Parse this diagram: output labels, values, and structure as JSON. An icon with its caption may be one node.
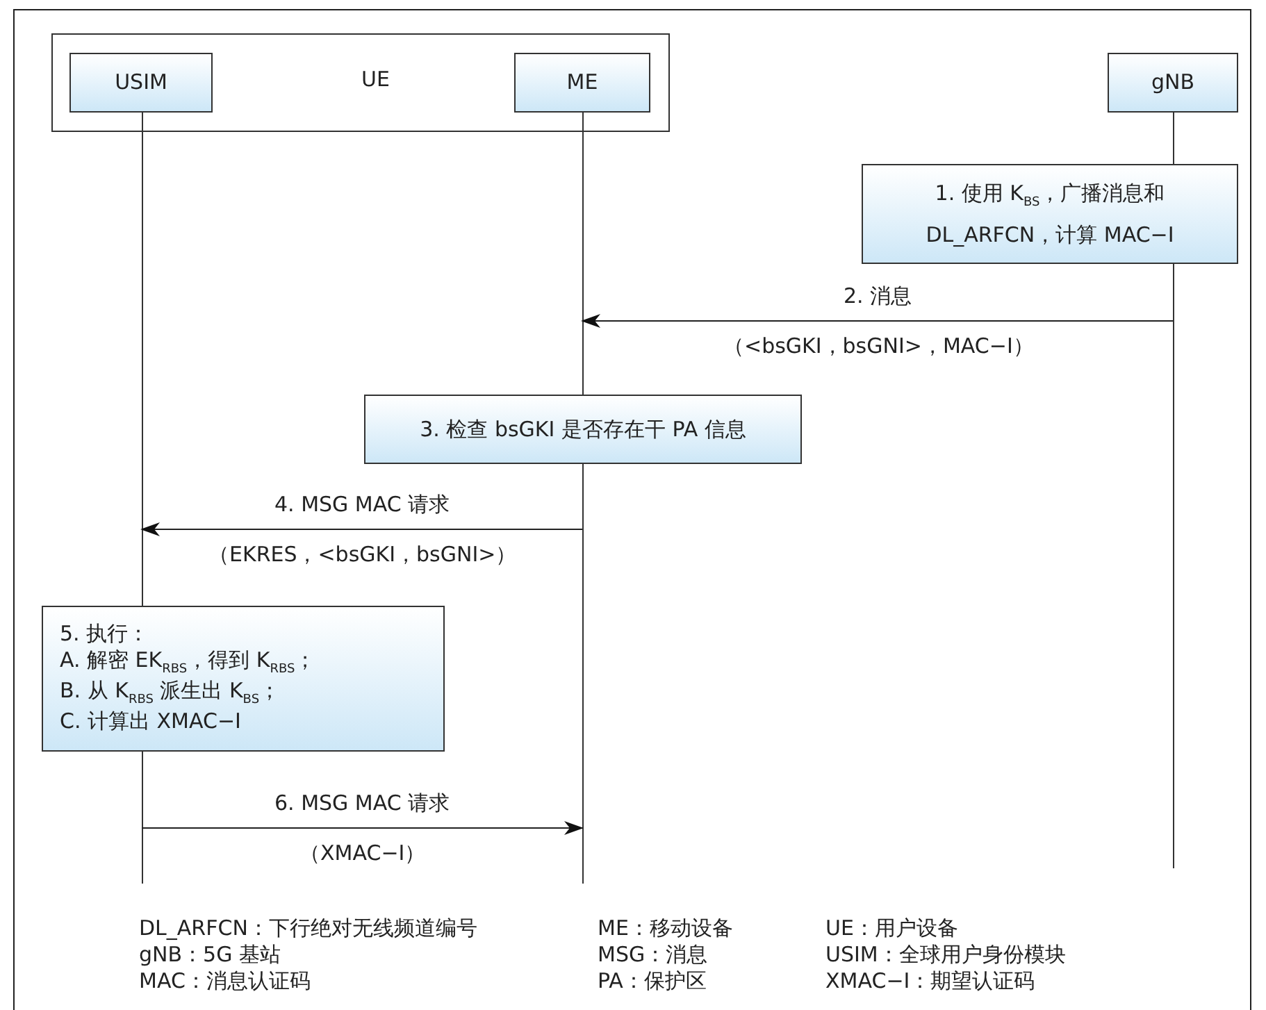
{
  "diagram": {
    "nodes": [
      {
        "text": [
          "UE"
        ]
      },
      {
        "text": [
          "USIM"
        ],
        "in": 0
      },
      {
        "text": [
          "ME"
        ],
        "in": 0
      },
      {
        "text": [
          "gNB"
        ]
      },
      {
        "text": [
          "1. 使用 K$_{BS}$，广播消息和 DL_ARFCN，计算 MAC−I"
        ]
      },
      {
        "text": [
          "3. 检查 bsGKI 是否存在干 PA 信息"
        ]
      },
      {
        "text": [
          "5. 执行：",
          "A. 解密 EK$_{RBS}$，得到 K$_{RBS}$；",
          "B. 从 K$_{RBS}$ 派生出 K$_{BS}$；",
          "C. 计算出 XMAC−I"
        ]
      },
      {
        "text": [],
        "shape": "line"
      },
      {
        "text": [],
        "shape": "line"
      },
      {
        "text": [],
        "shape": "line"
      },
      {
        "text": [],
        "shape": "line"
      },
      {
        "text": [],
        "shape": "line"
      },
      {
        "text": [],
        "shape": "line"
      }
    ],
    "edges": [
      {
        "from": 12,
        "to": 9,
        "arrow": "to",
        "label": "2. 消息"
      },
      {
        "from": 10,
        "to": 7,
        "arrow": "to",
        "label": "4. MSG MAC 请求"
      },
      {
        "from": 8,
        "to": 10,
        "arrow": "to",
        "label": "6. MSG MAC 请求"
      }
    ],
    "labels": [
      "（<bsGKI，bsGNI>，MAC−I）",
      "（EKRES，<bsGKI，bsGNI>）",
      "（XMAC−I）",
      "DL_ARFCN：下行绝对无线频道编号",
      "ME：移动设备",
      "UE：用户设备",
      "gNB：5G 基站",
      "MSG：消息",
      "USIM：全球用户身份模块",
      "MAC：消息认证码",
      "PA：保护区",
      "XMAC−I：期望认证码"
    ]
  }
}
